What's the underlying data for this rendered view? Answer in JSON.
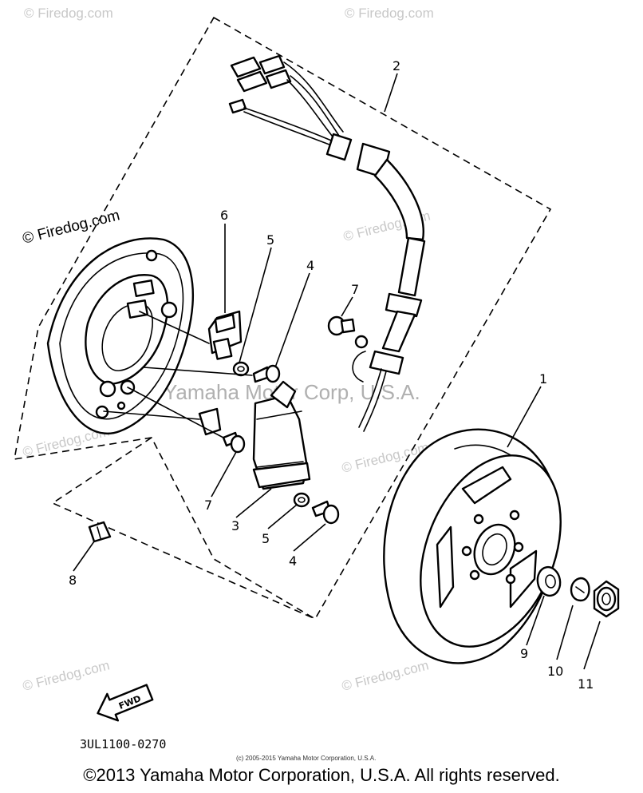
{
  "watermarks": {
    "firedog": "© Firedog.com",
    "main_overlay": "Yamaha Motor Corp, U.S.A."
  },
  "callouts": {
    "c1": "1",
    "c2": "2",
    "c3": "3",
    "c4a": "4",
    "c4b": "4",
    "c5a": "5",
    "c5b": "5",
    "c6": "6",
    "c7a": "7",
    "c7b": "7",
    "c8": "8",
    "c9": "9",
    "c10": "10",
    "c11": "11"
  },
  "fwd_label": "FWD",
  "drawing_code": "3UL1100-0270",
  "small_credit": "(c) 2005-2015 Yamaha Motor Corporation, U.S.A.",
  "copyright": "©2013 Yamaha Motor Corporation, U.S.A. All rights reserved."
}
